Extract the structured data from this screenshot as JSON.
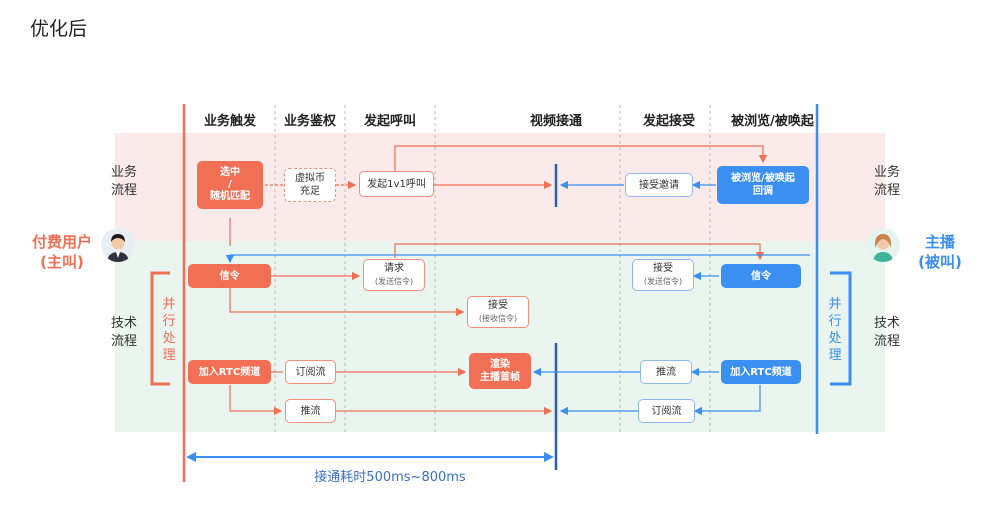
{
  "page_title": "优化后",
  "columns": [
    "业务触发",
    "业务鉴权",
    "发起呼叫",
    "视频接通",
    "发起接受",
    "被浏览/被唤起"
  ],
  "rows": {
    "biz_left": "业务\n流程",
    "tech_left": "技术\n流程",
    "biz_right": "业务\n流程",
    "tech_right": "技术\n流程"
  },
  "users": {
    "caller": "付费用户\n(主叫)",
    "callee": "主播\n(被叫)"
  },
  "parallel_left": "并\n行\n处\n理",
  "parallel_right": "并\n行\n处\n理",
  "boxes": {
    "select_match": "选中\n/\n随机匹配",
    "virtual_coin": "虚拟币\n充足",
    "call_1v1": "发起1v1呼叫",
    "accept_invite": "接受邀请",
    "browsed_callback": "被浏览/被唤起\n回调",
    "signal_left": "信令",
    "request": "请求",
    "request_sub": "(发送信令)",
    "accept_mid": "接受",
    "accept_mid_sub": "(接收信令)",
    "accept_right": "接受",
    "accept_right_sub": "(发送信令)",
    "signal_right": "信令",
    "join_rtc_left": "加入RTC频道",
    "subscribe_left": "订阅流",
    "render": "渲染\n主播首帧",
    "push_right": "推流",
    "join_rtc_right": "加入RTC频道",
    "push_left": "推流",
    "subscribe_right": "订阅流"
  },
  "duration_label": "接通耗时500ms~800ms",
  "colors": {
    "caller_red": "#f06f55",
    "callee_blue": "#3b8ff0",
    "biz_band": "#fbeaea",
    "tech_band": "#e9f5ee"
  }
}
